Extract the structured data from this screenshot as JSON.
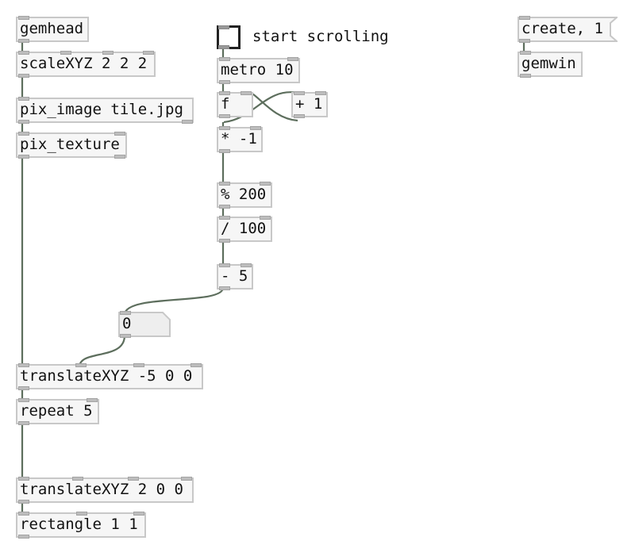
{
  "objects": {
    "gemhead": "gemhead",
    "scalexyz": "scaleXYZ 2 2 2",
    "pix_image": "pix_image tile.jpg",
    "pix_texture": "pix_texture",
    "metro": "metro 10",
    "float": "f",
    "plus": "+ 1",
    "times": "* -1",
    "modulo": "% 200",
    "divide": "/ 100",
    "minus": "- 5",
    "translate1": "translateXYZ -5 0 0",
    "repeat": "repeat 5",
    "translate2": "translateXYZ 2 0 0",
    "rectangle": "rectangle 1 1",
    "gemwin": "gemwin"
  },
  "messages": {
    "create": "create, 1"
  },
  "atoms": {
    "number": "0"
  },
  "comments": {
    "start_scrolling": "start scrolling"
  },
  "colors": {
    "wire": "#5d6e5d",
    "box_border": "#c8c8c8",
    "box_fill": "#f6f6f6"
  }
}
